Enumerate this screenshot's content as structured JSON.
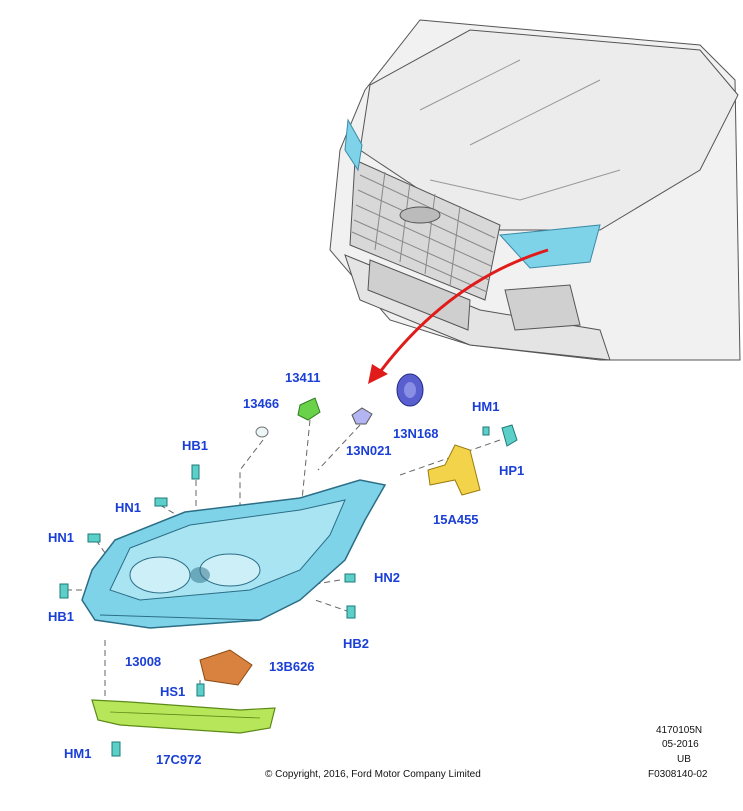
{
  "labels": {
    "p13411": "13411",
    "p13466": "13466",
    "p13N168": "13N168",
    "p13N021": "13N021",
    "pHM1_top": "HM1",
    "pHP1": "HP1",
    "p15A455": "15A455",
    "pHB1_top": "HB1",
    "pHN1_a": "HN1",
    "pHN1_b": "HN1",
    "pHB1_left": "HB1",
    "pHN2": "HN2",
    "pHB2": "HB2",
    "p13008": "13008",
    "p13B626": "13B626",
    "pHS1": "HS1",
    "pHM1_bottom": "HM1",
    "p17C972": "17C972"
  },
  "footer": {
    "copyright": "© Copyright, 2016, Ford Motor Company Limited",
    "code1": "4170105N",
    "date": "05-2016",
    "code2": "UB",
    "code3": "F0308140-02"
  },
  "colors": {
    "label": "#1a3fd6",
    "headlamp": "#7fd3e8",
    "arrow": "#e11a1a",
    "bracket": "#f2d34a",
    "shield": "#b8e65a",
    "pad": "#d9823f",
    "bulb_green": "#6ad24a"
  }
}
